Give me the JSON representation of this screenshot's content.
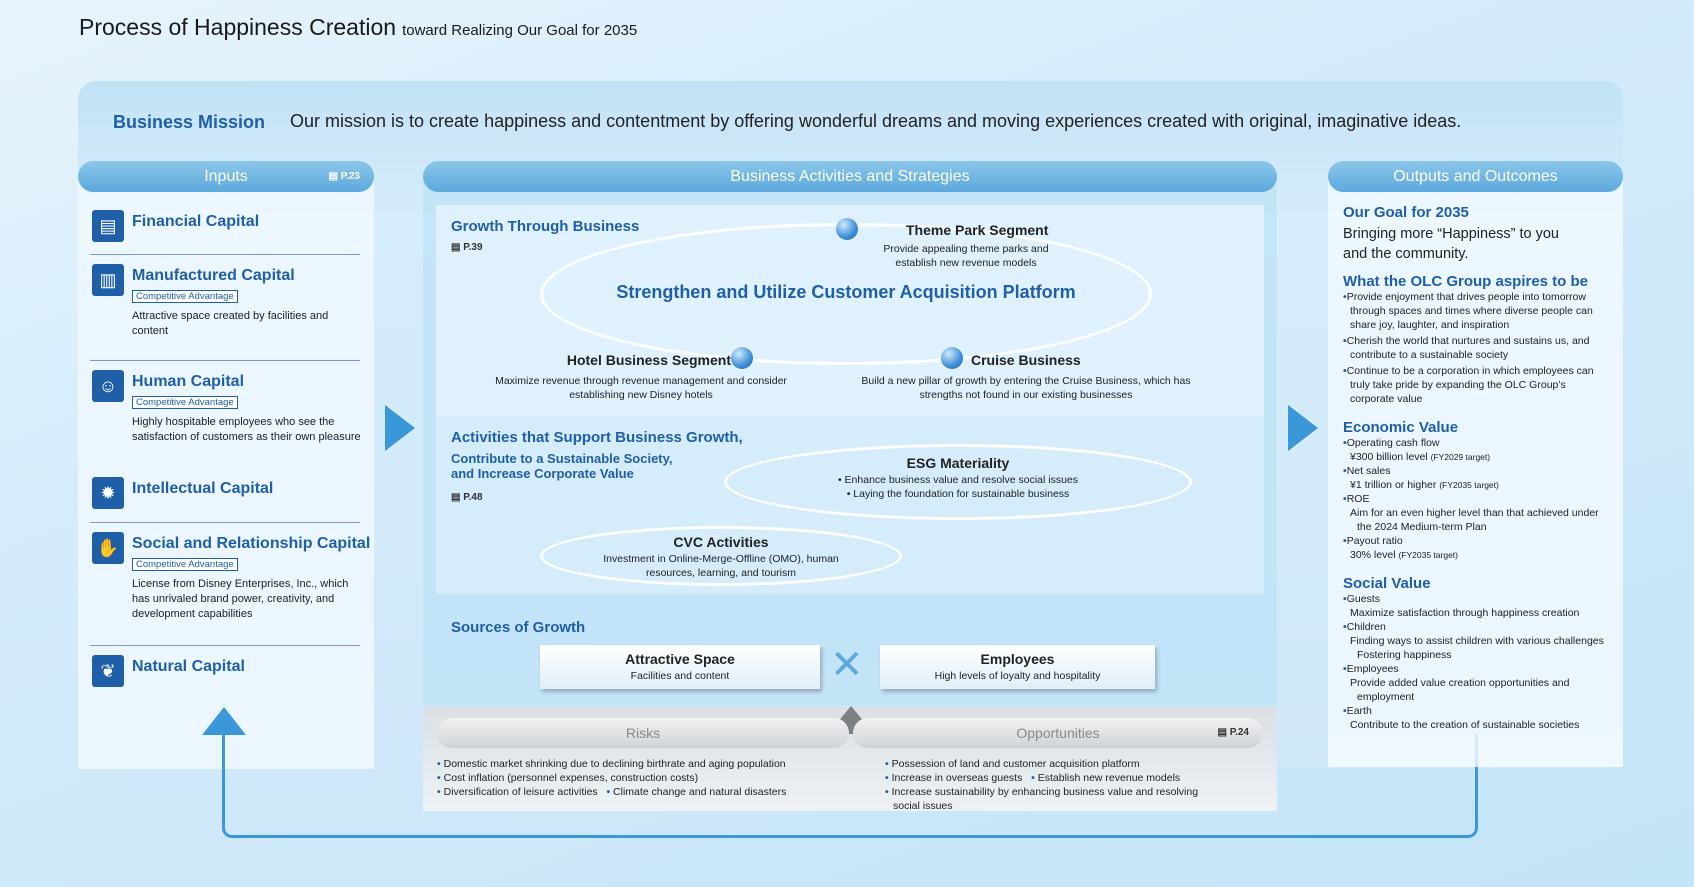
{
  "title": {
    "main": "Process of Happiness Creation",
    "sub": "toward Realizing Our Goal for 2035"
  },
  "mission": {
    "label": "Business Mission",
    "text": "Our mission is to create happiness and contentment by offering wonderful dreams and moving experiences created with original, imaginative ideas."
  },
  "inputs": {
    "header": "Inputs",
    "page_ref": "P.23",
    "badge": "Competitive Advantage",
    "capitals": [
      {
        "name": "Financial Capital",
        "icon": "money-icon",
        "desc": ""
      },
      {
        "name": "Manufactured Capital",
        "icon": "buildings-icon",
        "desc": "Attractive space created by facilities and content"
      },
      {
        "name": "Human Capital",
        "icon": "people-icon",
        "desc": "Highly hospitable employees who see the satisfaction of customers as their own pleasure"
      },
      {
        "name": "Intellectual Capital",
        "icon": "lightbulb-icon",
        "desc": ""
      },
      {
        "name": "Social and Relationship Capital",
        "icon": "handshake-icon",
        "desc": "License from Disney Enterprises, Inc., which has unrivaled brand power, creativity, and development capabilities"
      },
      {
        "name": "Natural Capital",
        "icon": "leaf-icon",
        "desc": ""
      }
    ]
  },
  "activities": {
    "header": "Business Activities and Strategies",
    "growth": {
      "title": "Growth Through Business",
      "page_ref": "P.39",
      "center": "Strengthen and Utilize Customer Acquisition Platform",
      "segments": [
        {
          "name": "Theme Park Segment",
          "desc": "Provide appealing theme parks and establish new revenue models"
        },
        {
          "name": "Hotel Business Segment",
          "desc": "Maximize revenue through revenue management and consider establishing new Disney hotels"
        },
        {
          "name": "Cruise Business",
          "desc": "Build a new pillar of growth by entering the Cruise Business, which has strengths not found in our existing businesses"
        }
      ]
    },
    "support": {
      "title": "Activities that Support Business Growth,",
      "subtitle": "Contribute to a Sustainable Society, and Increase Corporate Value",
      "page_ref": "P.48",
      "esg": {
        "name": "ESG Materiality",
        "items": [
          "Enhance business value and resolve social issues",
          "Laying the foundation for sustainable business"
        ]
      },
      "cvc": {
        "name": "CVC Activities",
        "desc": "Investment in Online-Merge-Offline (OMO), human resources, learning, and tourism"
      }
    },
    "sources": {
      "title": "Sources of Growth",
      "items": [
        {
          "name": "Attractive Space",
          "desc": "Facilities and content"
        },
        {
          "name": "Employees",
          "desc": "High levels of loyalty and hospitality"
        }
      ],
      "times": "✕"
    },
    "risks": {
      "label": "Risks",
      "items": [
        "Domestic market shrinking due to declining birthrate and aging population",
        "Cost inflation (personnel expenses, construction costs)",
        "Diversification of leisure activities",
        "Climate change and natural disasters"
      ]
    },
    "opportunities": {
      "label": "Opportunities",
      "page_ref": "P.24",
      "items": [
        "Possession of land and customer acquisition platform",
        "Increase in overseas guests",
        "Establish new revenue models",
        "Increase sustainability by enhancing business value and resolving social issues"
      ]
    }
  },
  "outputs": {
    "header": "Outputs and Outcomes",
    "goal": {
      "title": "Our Goal for 2035",
      "text": "Bringing more “Happiness” to you and the community."
    },
    "aspire": {
      "title": "What the OLC Group aspires to be",
      "items": [
        "Provide enjoyment that drives people into tomorrow through spaces and times where diverse people can share joy, laughter, and inspiration",
        "Cherish the world that nurtures and sustains us, and contribute to a sustainable society",
        "Continue to be a corporation in which employees can truly take pride by expanding the OLC Group’s corporate value"
      ]
    },
    "economic": {
      "title": "Economic Value",
      "items": [
        {
          "label": "Operating cash flow",
          "value": "¥300 billion level",
          "note": "(FY2029 target)"
        },
        {
          "label": "Net sales",
          "value": "¥1 trillion or higher",
          "note": "(FY2035 target)"
        },
        {
          "label": "ROE",
          "value": "Aim for an even higher level than that achieved under the 2024 Medium-term Plan",
          "note": ""
        },
        {
          "label": "Payout ratio",
          "value": "30% level",
          "note": "(FY2035 target)"
        }
      ]
    },
    "social": {
      "title": "Social Value",
      "items": [
        {
          "label": "Guests",
          "value": "Maximize satisfaction through happiness creation"
        },
        {
          "label": "Children",
          "value": "Finding ways to assist children with various challenges Fostering happiness"
        },
        {
          "label": "Employees",
          "value": "Provide added value creation opportunities and employment"
        },
        {
          "label": "Earth",
          "value": "Contribute to the creation of sustainable societies"
        }
      ]
    }
  },
  "colors": {
    "accent": "#1f5fa8",
    "header": "#5ba9dd"
  }
}
